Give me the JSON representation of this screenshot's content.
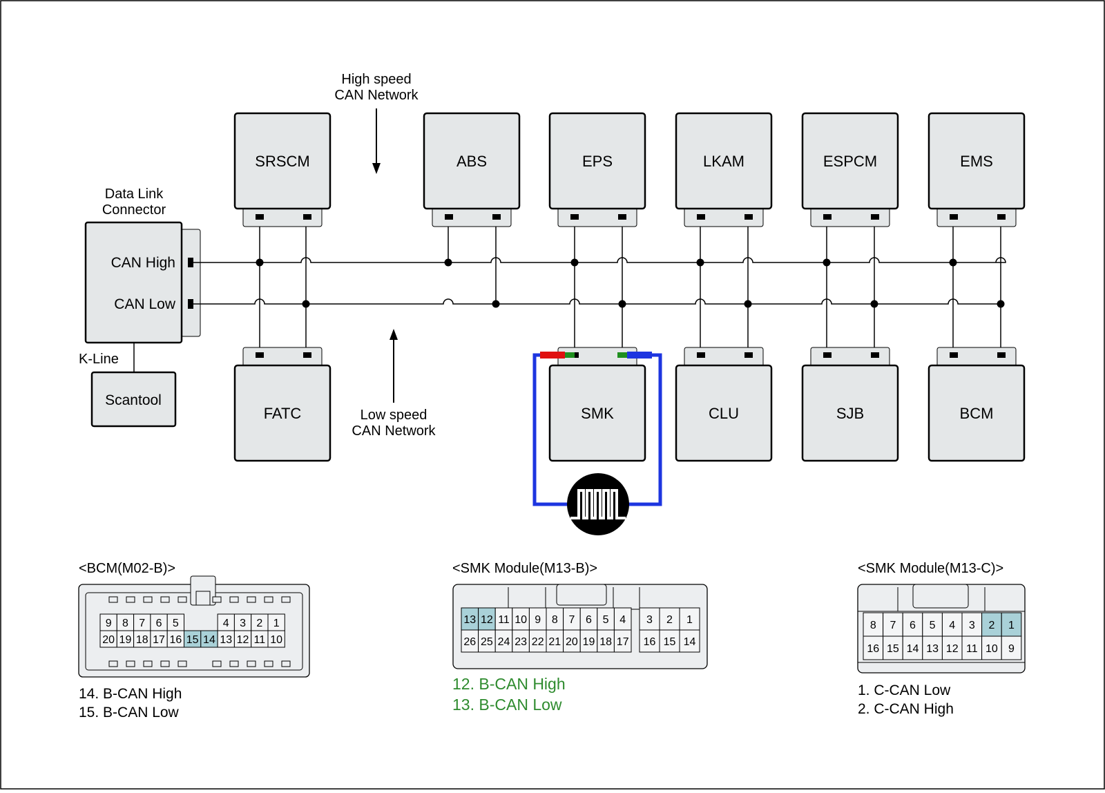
{
  "labels": {
    "high_speed_line1": "High speed",
    "high_speed_line2": "CAN Network",
    "low_speed_line1": "Low speed",
    "low_speed_line2": "CAN Network",
    "dlc_line1": "Data Link",
    "dlc_line2": "Connector",
    "can_high": "CAN High",
    "can_low": "CAN Low",
    "k_line": "K-Line",
    "scantool": "Scantool"
  },
  "top_modules": [
    "SRSCM",
    "ABS",
    "EPS",
    "LKAM",
    "ESPCM",
    "EMS"
  ],
  "bottom_modules": [
    "FATC",
    "SMK",
    "CLU",
    "SJB",
    "BCM"
  ],
  "connectors": {
    "bcm": {
      "title": "<BCM(M02-B)>",
      "row1": [
        "9",
        "8",
        "7",
        "6",
        "5",
        "",
        "",
        "4",
        "3",
        "2",
        "1"
      ],
      "row2": [
        "20",
        "19",
        "18",
        "17",
        "16",
        "15",
        "14",
        "13",
        "12",
        "11",
        "10"
      ],
      "highlight": [
        "15",
        "14"
      ],
      "notes": [
        "14. B-CAN High",
        "15. B-CAN Low"
      ]
    },
    "smk_b": {
      "title": "<SMK Module(M13-B)>",
      "row1_left": [
        "13",
        "12",
        "11",
        "10",
        "9",
        "8",
        "7",
        "6",
        "5",
        "4"
      ],
      "row1_right": [
        "3",
        "2",
        "1"
      ],
      "row2_left": [
        "26",
        "25",
        "24",
        "23",
        "22",
        "21",
        "20",
        "19",
        "18",
        "17"
      ],
      "row2_right": [
        "16",
        "15",
        "14"
      ],
      "highlight": [
        "13",
        "12"
      ],
      "notes": [
        "12. B-CAN High",
        "13. B-CAN Low"
      ]
    },
    "smk_c": {
      "title": "<SMK Module(M13-C)>",
      "row1": [
        "8",
        "7",
        "6",
        "5",
        "4",
        "3",
        "2",
        "1"
      ],
      "row2": [
        "16",
        "15",
        "14",
        "13",
        "12",
        "11",
        "10",
        "9"
      ],
      "highlight": [
        "2",
        "1"
      ],
      "notes": [
        "1. C-CAN Low",
        "2. C-CAN High"
      ]
    }
  },
  "colors": {
    "module_fill": "#e4e7e8",
    "pin_highlight": "#a9d1d8",
    "smk_b_notes": "#2e8b2e",
    "tester_wire": "#1d35e0",
    "probe_red": "#e01010",
    "probe_green": "#1f8f1f"
  }
}
